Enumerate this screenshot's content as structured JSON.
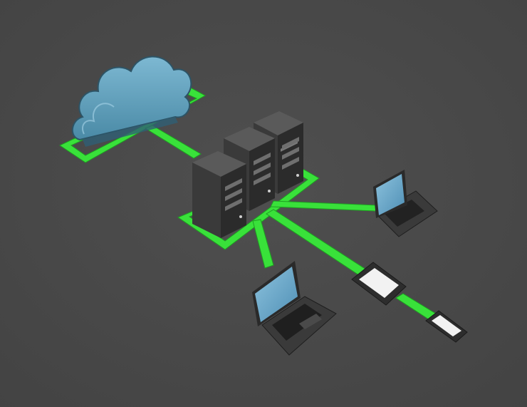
{
  "scene": {
    "subject": "network",
    "colors": {
      "background": "#4a4a4a",
      "link_green": "#39e13a",
      "link_green_dark": "#1f9e22",
      "cloud": "#5b9bb7",
      "cloud_dark": "#3e7288",
      "server_front": "#2c2c2c",
      "server_side": "#3f3f3f",
      "server_top": "#555555",
      "device_body": "#2f2f2f",
      "laptop_screen": "#6aa6c9",
      "tablet_screen": "#f2f2f2"
    },
    "objects": [
      {
        "name": "cloud-icon"
      },
      {
        "name": "server-rack-icon",
        "count": 3
      },
      {
        "name": "laptop-icon",
        "count": 2
      },
      {
        "name": "tablet-icon"
      },
      {
        "name": "smartphone-icon"
      }
    ]
  }
}
